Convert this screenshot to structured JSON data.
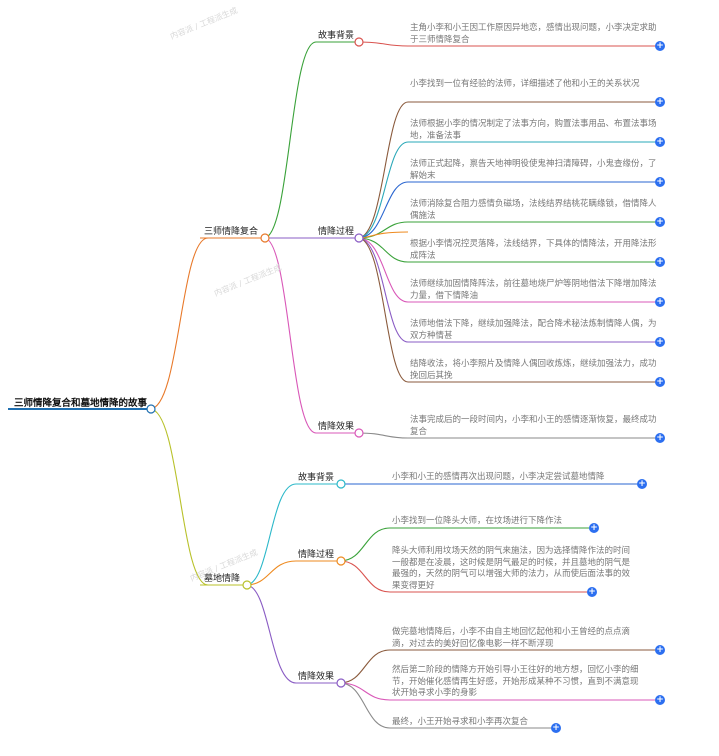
{
  "root": {
    "label": "三师情降复合和墓地情降的故事"
  },
  "branches": [
    {
      "label": "三师情降复合",
      "children": [
        {
          "label": "故事背景",
          "leaves": [
            "主角小李和小王因工作原因异地恋，感情出现问题，小李决定求助于三师情降复合"
          ]
        },
        {
          "label": "情降过程",
          "leaves": [
            "小李找到一位有经验的法师，详细描述了他和小王的关系状况",
            "法师根据小李的情况制定了法事方向，购置法事用品、布置法事场地，准备法事",
            "法师正式起降，禀告天地神明役使鬼神扫清障碍，小鬼查缘份，了解始末",
            "法师消除复合阻力感情负磁场，法线结界结桃花瞒缘锁，借情降人偶施法",
            "根据小李情况控灵落降，法线结界，下具体的情降法，开用降法形成阵法",
            "法师继续加固情降阵法，前往墓地烧尸炉等阴地借法下降增加降法力量，借下情降油",
            "法师地借法下降，继续加强降法，配合降术秘法炼制情降人偶，为双方种情甚",
            "结降收法，将小李照片及情降人偶回收炼炼，继续加强法力，成功挽回后其挽"
          ]
        },
        {
          "label": "情降效果",
          "leaves": [
            "法事完成后的一段时间内，小李和小王的感情逐渐恢复，最终成功复合"
          ]
        }
      ]
    },
    {
      "label": "墓地情降",
      "children": [
        {
          "label": "故事背景",
          "leaves": [
            "小李和小王的感情再次出现问题，小李决定尝试墓地情降"
          ]
        },
        {
          "label": "情降过程",
          "leaves": [
            "小李找到一位降头大师，在坟场进行下降作法",
            "降头大师利用坟场天然的阴气来施法，因为选择情降作法的时间一般都是在凌晨，这时候是阴气最足的时候，并且墓地的阴气是最强的，天然的阴气可以增强大师的法力，从而使后面法事的效果变得更好"
          ]
        },
        {
          "label": "情降效果",
          "leaves": [
            "做完墓地情降后，小李不由自主地回忆起他和小王曾经的点点滴滴，对过去的美好回忆像电影一样不断浮现",
            "然后第二阶段的情降方开始引导小王往好的地方想，回忆小李的细节，开始催化感情再生好感，开始形成某种不习惯，直到不满意现状开始寻求小李的身影",
            "最终，小王开始寻求和小李再次复合"
          ]
        }
      ]
    }
  ],
  "colors": {
    "root": "#1f6fb0",
    "branch1": "#e8792a",
    "branch2": "#b8c12a",
    "b1bg": "#3aa23a",
    "b1proc": "#8a5cc4",
    "b1eff": "#d958b8",
    "b2bg": "#2bb8c9",
    "b2proc": "#ee8a1f",
    "b2eff": "#8a5cc4",
    "leafline": "#8a5a3c",
    "teal": "#2aa8b8",
    "blue": "#2a66d0",
    "green": "#3aa23a",
    "orange": "#ee8a1f",
    "purple": "#8a5cc4",
    "pink": "#d958b8",
    "plus": "#2c6ff0"
  },
  "icons": {
    "expand": "plus-circle-icon",
    "expand_glyph": "+"
  }
}
